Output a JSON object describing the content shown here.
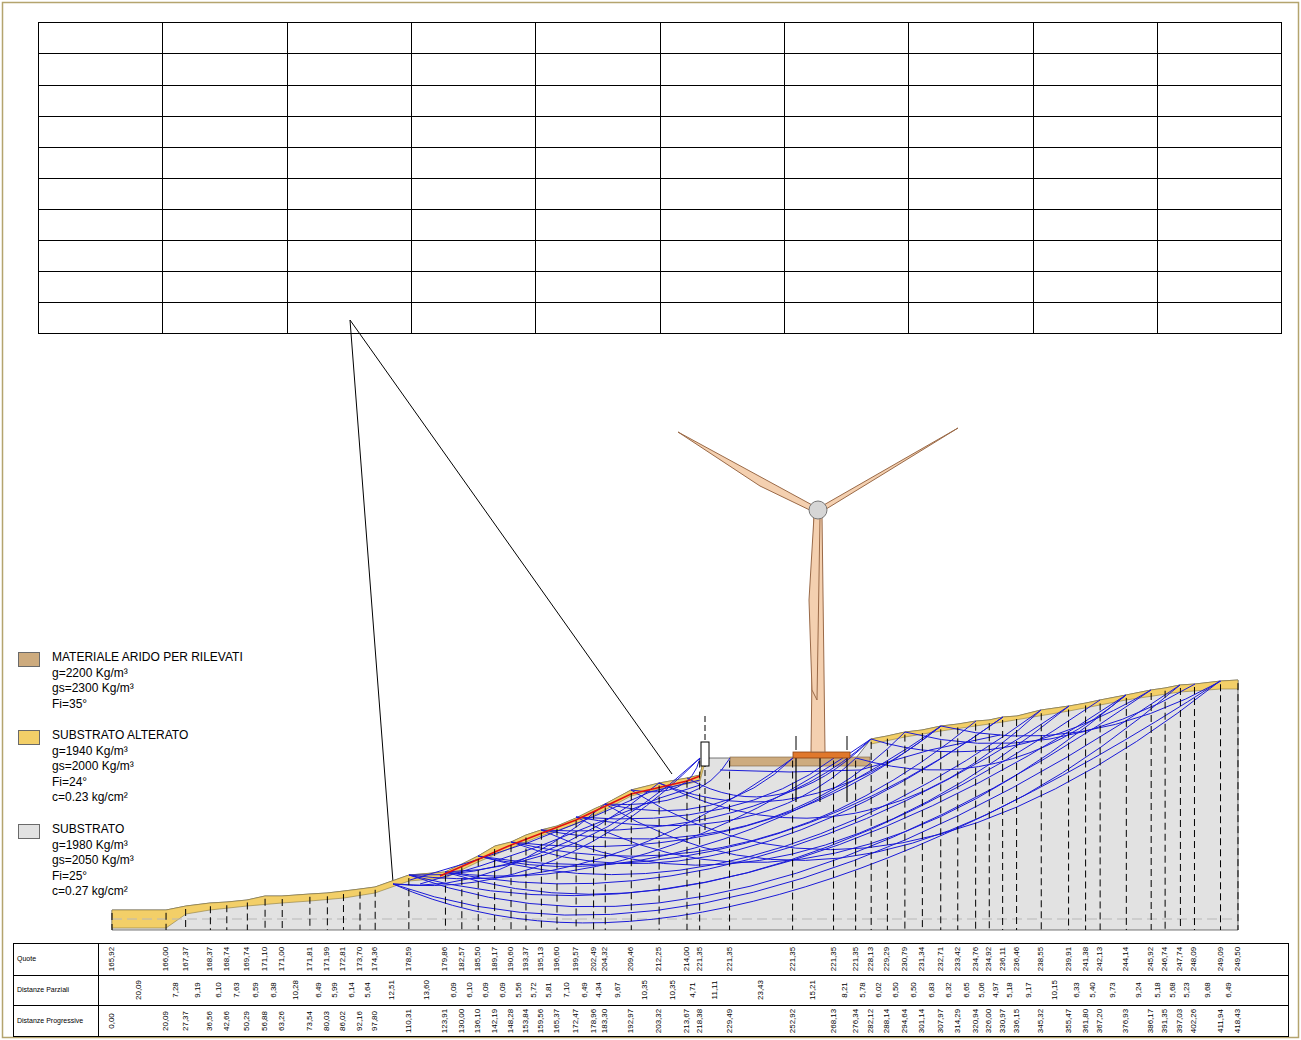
{
  "diagram": {
    "labels": [
      "g=2200 Kg/m³",
      "gs=2300 Kg/m³",
      "Fi=35°",
      "g=1940 Kg/m³",
      "gs=2000 Kg/m³",
      "Fi=24°",
      "c=0.23 kg/cm²",
      "g=1980 Kg/m³",
      "gs=2050 Kg/m³",
      "Fi=25°",
      "c=0.27 kg/cm²",
      "Quote",
      "Distanze Parziali",
      "Distanze Progressive",
      "165,92",
      "166,00",
      "167,37",
      "168,37",
      "168,74",
      "169,74",
      "171,10",
      "171,00",
      "171,81",
      "171,99",
      "172,81",
      "173,70",
      "174,36",
      "178,59",
      "179,86",
      "182,57",
      "185,50",
      "189,17",
      "190,60",
      "193,37",
      "195,13",
      "196,60",
      "199,57",
      "202,49",
      "204,32",
      "209,46",
      "212,25",
      "214,00",
      "221,35",
      "221,35",
      "221,35",
      "221,35",
      "221,35",
      "228,13",
      "229,29",
      "230,79",
      "231,34",
      "232,71",
      "233,42",
      "234,76",
      "234,92",
      "236,11",
      "236,46",
      "238,55",
      "239,91",
      "241,38",
      "242,13",
      "244,14",
      "245,92",
      "246,74",
      "247,74",
      "248,09",
      "249,09",
      "249,50",
      "20,09",
      "7,28",
      "9,19",
      "6,10",
      "7,63",
      "6,59",
      "6,38",
      "10,28",
      "6,49",
      "5,99",
      "6,14",
      "5,64",
      "12,51",
      "13,60",
      "6,09",
      "6,10",
      "6,09",
      "6,09",
      "5,56",
      "5,72",
      "5,81",
      "7,10",
      "6,49",
      "4,34",
      "9,67",
      "10,35",
      "10,35",
      "4,71",
      "11,11",
      "23,43",
      "15,21",
      "8,21",
      "5,78",
      "6,02",
      "6,50",
      "6,50",
      "6,83",
      "6,32",
      "6,65",
      "5,06",
      "4,97",
      "5,18",
      "9,17",
      "10,15",
      "6,33",
      "5,40",
      "9,73",
      "9,24",
      "5,18",
      "5,68",
      "5,23",
      "9,68",
      "6,49",
      "0,00",
      "20,09",
      "27,37",
      "36,56",
      "42,66",
      "50,29",
      "56,88",
      "63,26",
      "73,54",
      "80,03",
      "86,02",
      "92,16",
      "97,80",
      "110,31",
      "123,91",
      "130,00",
      "136,10",
      "142,19",
      "148,28",
      "153,84",
      "159,56",
      "165,37",
      "172,47",
      "178,96",
      "183,30",
      "192,97",
      "203,32",
      "213,67",
      "218,38",
      "229,49",
      "252,92",
      "268,13",
      "276,34",
      "282,12",
      "288,14",
      "294,64",
      "301,14",
      "307,97",
      "314,29",
      "320,94",
      "326,00",
      "330,97",
      "336,15",
      "345,32",
      "355,47",
      "361,80",
      "367,20",
      "376,93",
      "386,17",
      "391,35",
      "397,03",
      "402,26",
      "411,94",
      "418,43"
    ],
    "legend": [
      {
        "text": "MATERIALE ARIDO PER RILEVATI",
        "color": "#cdab7e"
      },
      {
        "text": "SUBSTRATO ALTERATO",
        "color": "#f3cf68"
      },
      {
        "text": "SUBSTRATO",
        "color": "#e2e2e2"
      }
    ]
  }
}
